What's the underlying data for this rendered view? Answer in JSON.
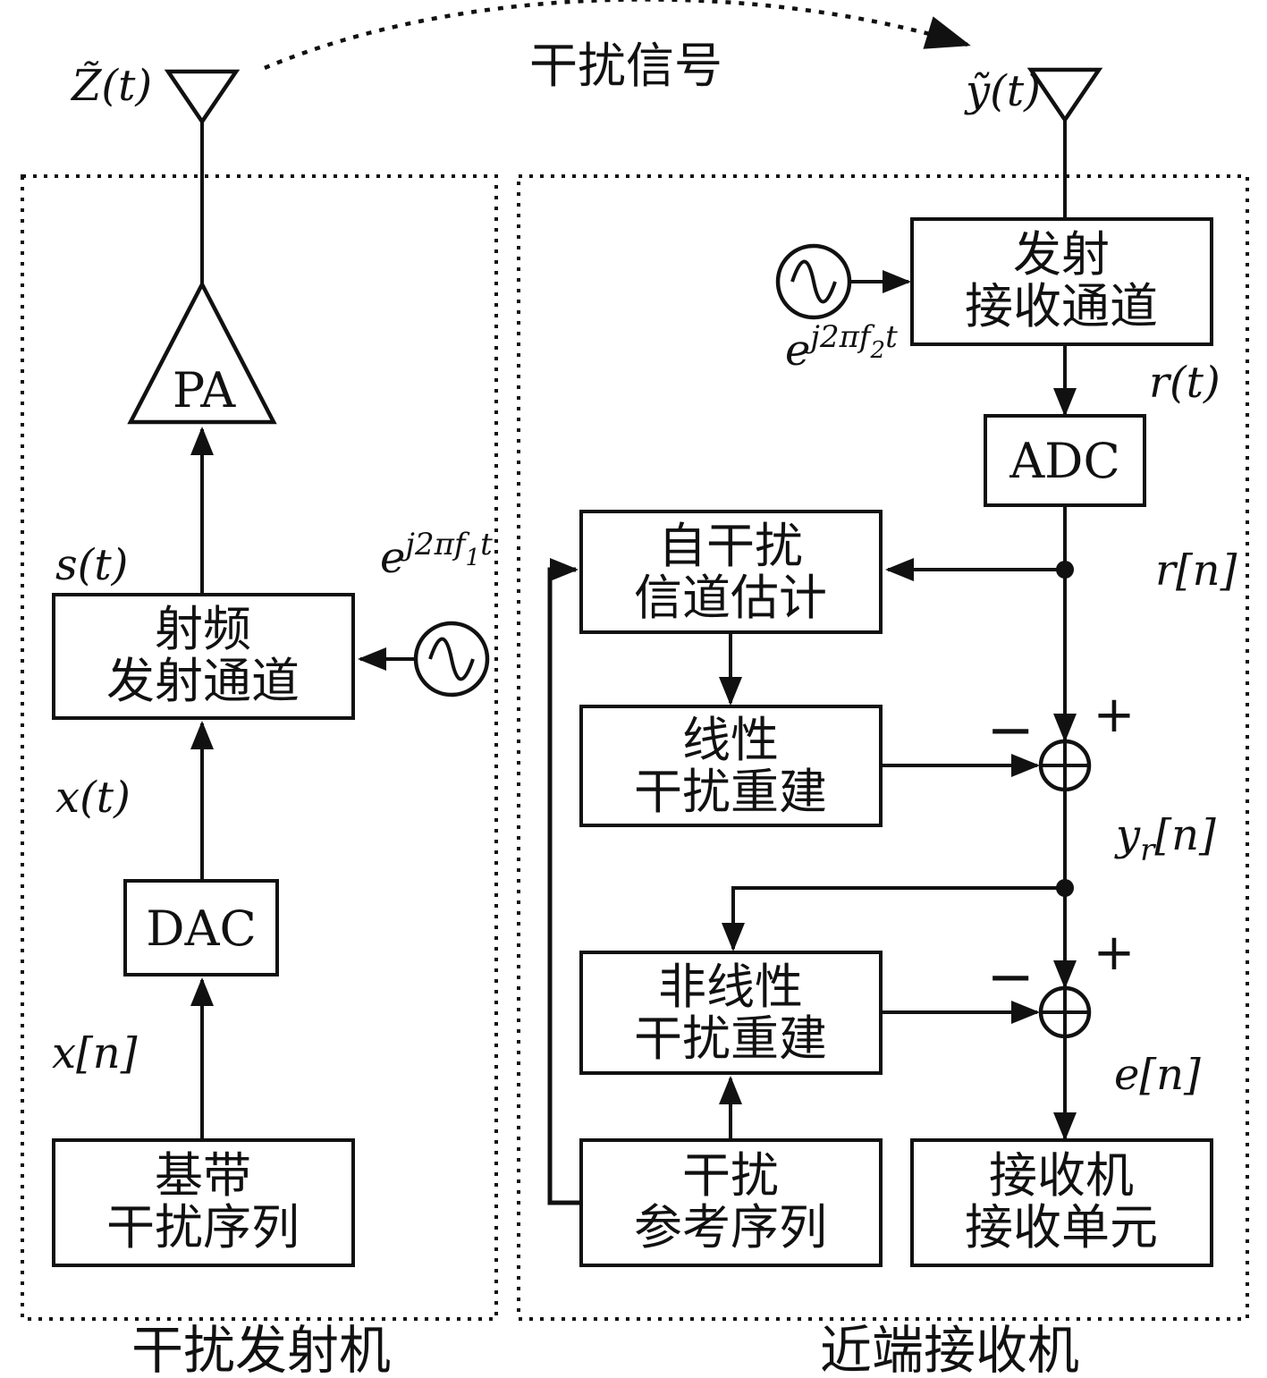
{
  "top": {
    "tx_antenna_label": "Z̃(t)",
    "jam_signal_label": "干扰信号",
    "rx_antenna_label": "ỹ(t)"
  },
  "transmitter": {
    "caption": "干扰发射机",
    "pa": "PA",
    "s_t": "s(t)",
    "rf_chain": {
      "line1": "射频",
      "line2": "发射通道"
    },
    "osc1": {
      "base": "e",
      "exp_pre": "j2πf",
      "exp_sub": "1",
      "exp_post": "t"
    },
    "x_t": "x(t)",
    "dac": "DAC",
    "x_n": "x[n]",
    "baseband": {
      "line1": "基带",
      "line2": "干扰序列"
    }
  },
  "receiver": {
    "caption": "近端接收机",
    "trx_chain": {
      "line1": "发射",
      "line2": "接收通道"
    },
    "osc2": {
      "base": "e",
      "exp_pre": "j2πf",
      "exp_sub": "2",
      "exp_post": "t"
    },
    "r_t": "r(t)",
    "adc": "ADC",
    "r_n": "r[n]",
    "si_estimation": {
      "line1": "自干扰",
      "line2": "信道估计"
    },
    "linear_rebuild": {
      "line1": "线性",
      "line2": "干扰重建"
    },
    "sum1": {
      "plus": "+",
      "minus": "−"
    },
    "yr_n": {
      "base": "y",
      "sub": "r",
      "post": "[n]"
    },
    "nonlinear_rebuild": {
      "line1": "非线性",
      "line2": "干扰重建"
    },
    "sum2": {
      "plus": "+",
      "minus": "−"
    },
    "e_n": "e[n]",
    "jam_reference": {
      "line1": "干扰",
      "line2": "参考序列"
    },
    "rx_unit": {
      "line1": "接收机",
      "line2": "接收单元"
    }
  }
}
